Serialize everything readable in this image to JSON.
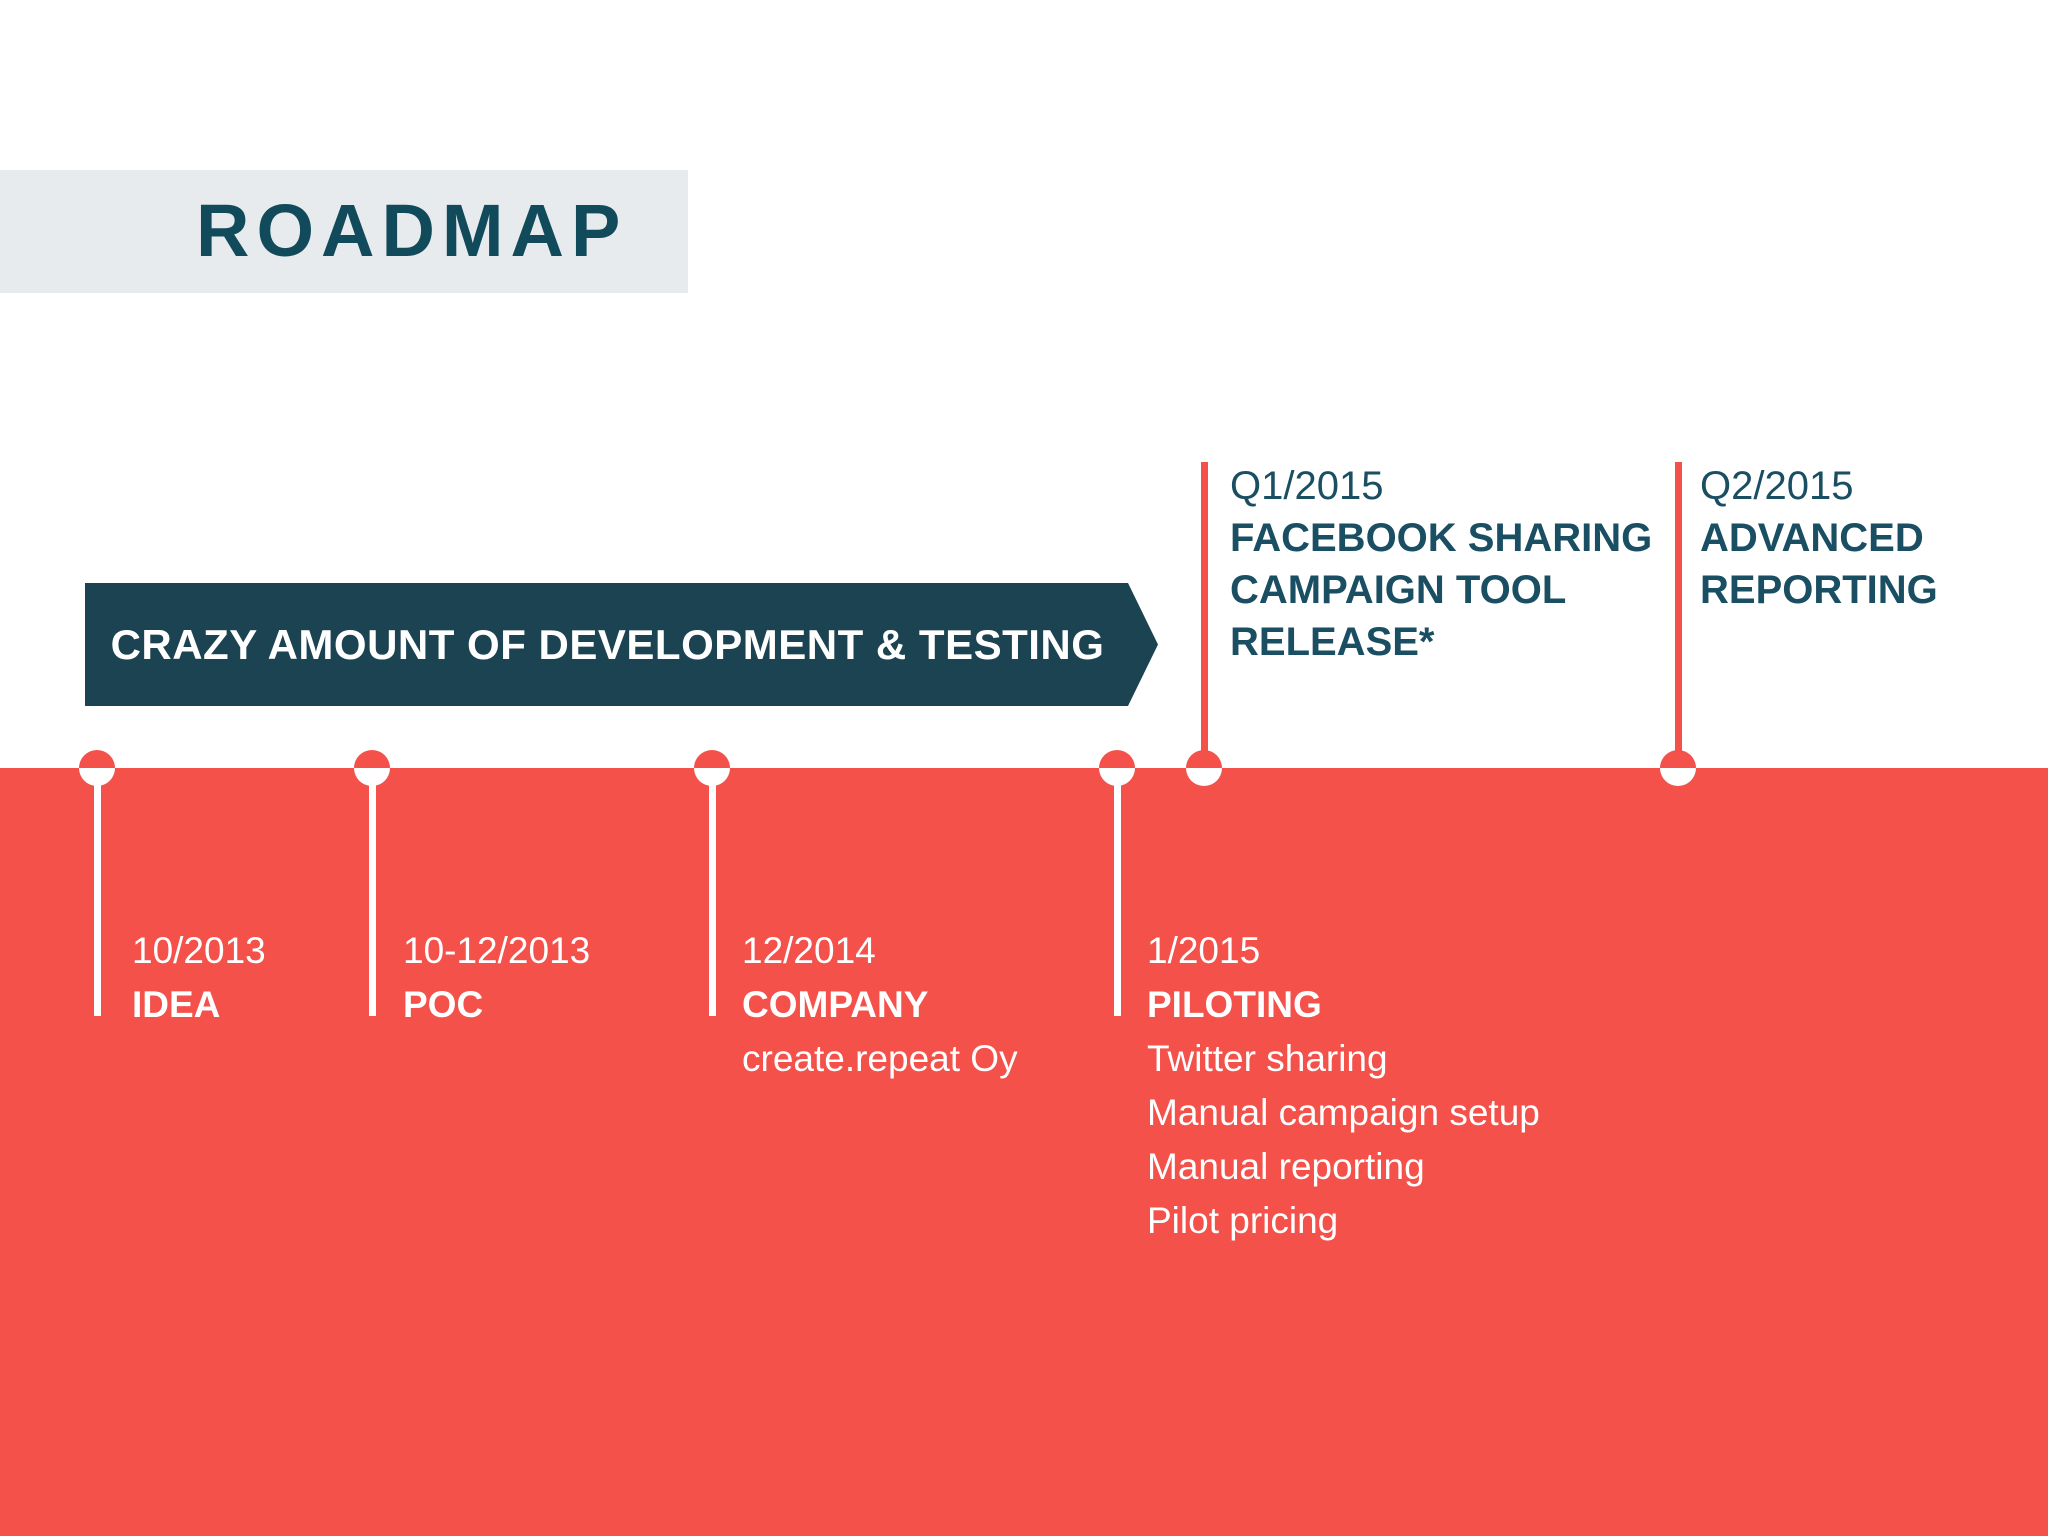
{
  "page": {
    "title_label": "ROADMAP"
  },
  "banner": {
    "label": "CRAZY AMOUNT OF DEVELOPMENT & TESTING"
  },
  "colors": {
    "coral_red": "#f4514b",
    "teal_banner": "#1c4351",
    "teal_title": "#114b5b",
    "teal_text": "#1a4e62",
    "gray_title_box": "#e8ebee",
    "white": "#ffffff"
  },
  "timeline": {
    "below_items": [
      {
        "date": "10/2013",
        "title": "IDEA",
        "details": []
      },
      {
        "date": "10-12/2013",
        "title": "POC",
        "details": []
      },
      {
        "date": "12/2014",
        "title": "COMPANY",
        "details": [
          "create.repeat Oy"
        ]
      },
      {
        "date": "1/2015",
        "title": "PILOTING",
        "details": [
          "Twitter sharing",
          "Manual campaign setup",
          "Manual reporting",
          "Pilot pricing"
        ]
      }
    ],
    "above_items": [
      {
        "date": "Q1/2015",
        "title_lines": [
          "FACEBOOK SHARING",
          "CAMPAIGN TOOL",
          "RELEASE*"
        ]
      },
      {
        "date": "Q2/2015",
        "title_lines": [
          "ADVANCED",
          "REPORTING"
        ]
      }
    ]
  }
}
